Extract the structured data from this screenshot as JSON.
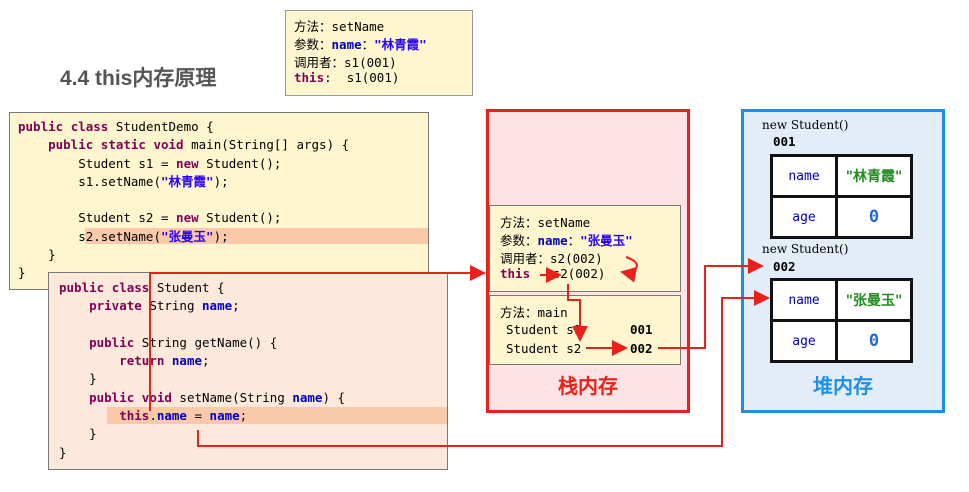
{
  "title": "4.4 this内存原理",
  "top_note": {
    "method_label": "方法：",
    "method": "setName",
    "param_label": "参数：",
    "param_name": "name",
    "colon": "：",
    "param_value": "\"林青霞\"",
    "caller_label": "调用者：",
    "caller": "s1(001)",
    "this_label": "this",
    "this_value": "s1(001)"
  },
  "code_demo": {
    "lines": [
      "public class StudentDemo {",
      "    public static void main(String[] args) {",
      "        Student s1 = new Student();",
      "        s1.setName(\"林青霞\");",
      "",
      "        Student s2 = new Student();",
      "        s2.setName(\"张曼玉\");",
      "    }",
      "}"
    ]
  },
  "code_student": {
    "lines": [
      "public class Student {",
      "    private String name;",
      "",
      "    public String getName() {",
      "        return name;",
      "    }",
      "    public void setName(String name) {",
      "        this.name = name;",
      "    }",
      "}"
    ]
  },
  "stack": {
    "label": "栈内存",
    "frame_setname": {
      "method_label": "方法：",
      "method": "setName",
      "param_label": "参数：",
      "param_name": "name",
      "colon": "：",
      "param_value": "\"张曼玉\"",
      "caller_label": "调用者：",
      "caller": "s2(002)",
      "this_label": "this",
      "this_value": "s2(002)"
    },
    "frame_main": {
      "method_label": "方法：",
      "method": "main",
      "vars": [
        {
          "name": "Student s1",
          "value": "001"
        },
        {
          "name": "Student s2",
          "value": "002"
        }
      ]
    }
  },
  "heap": {
    "label": "堆内存",
    "objects": [
      {
        "new_label": "new Student()",
        "address": "001",
        "fields": [
          {
            "name": "name",
            "value": "\"林青霞\""
          },
          {
            "name": "age",
            "value": "0"
          }
        ]
      },
      {
        "new_label": "new Student()",
        "address": "002",
        "fields": [
          {
            "name": "name",
            "value": "\"张曼玉\""
          },
          {
            "name": "age",
            "value": "0"
          }
        ]
      }
    ]
  },
  "colors": {
    "stack_border": "#e8211b",
    "heap_border": "#1f8fe6",
    "arrow": "#e8211b"
  }
}
